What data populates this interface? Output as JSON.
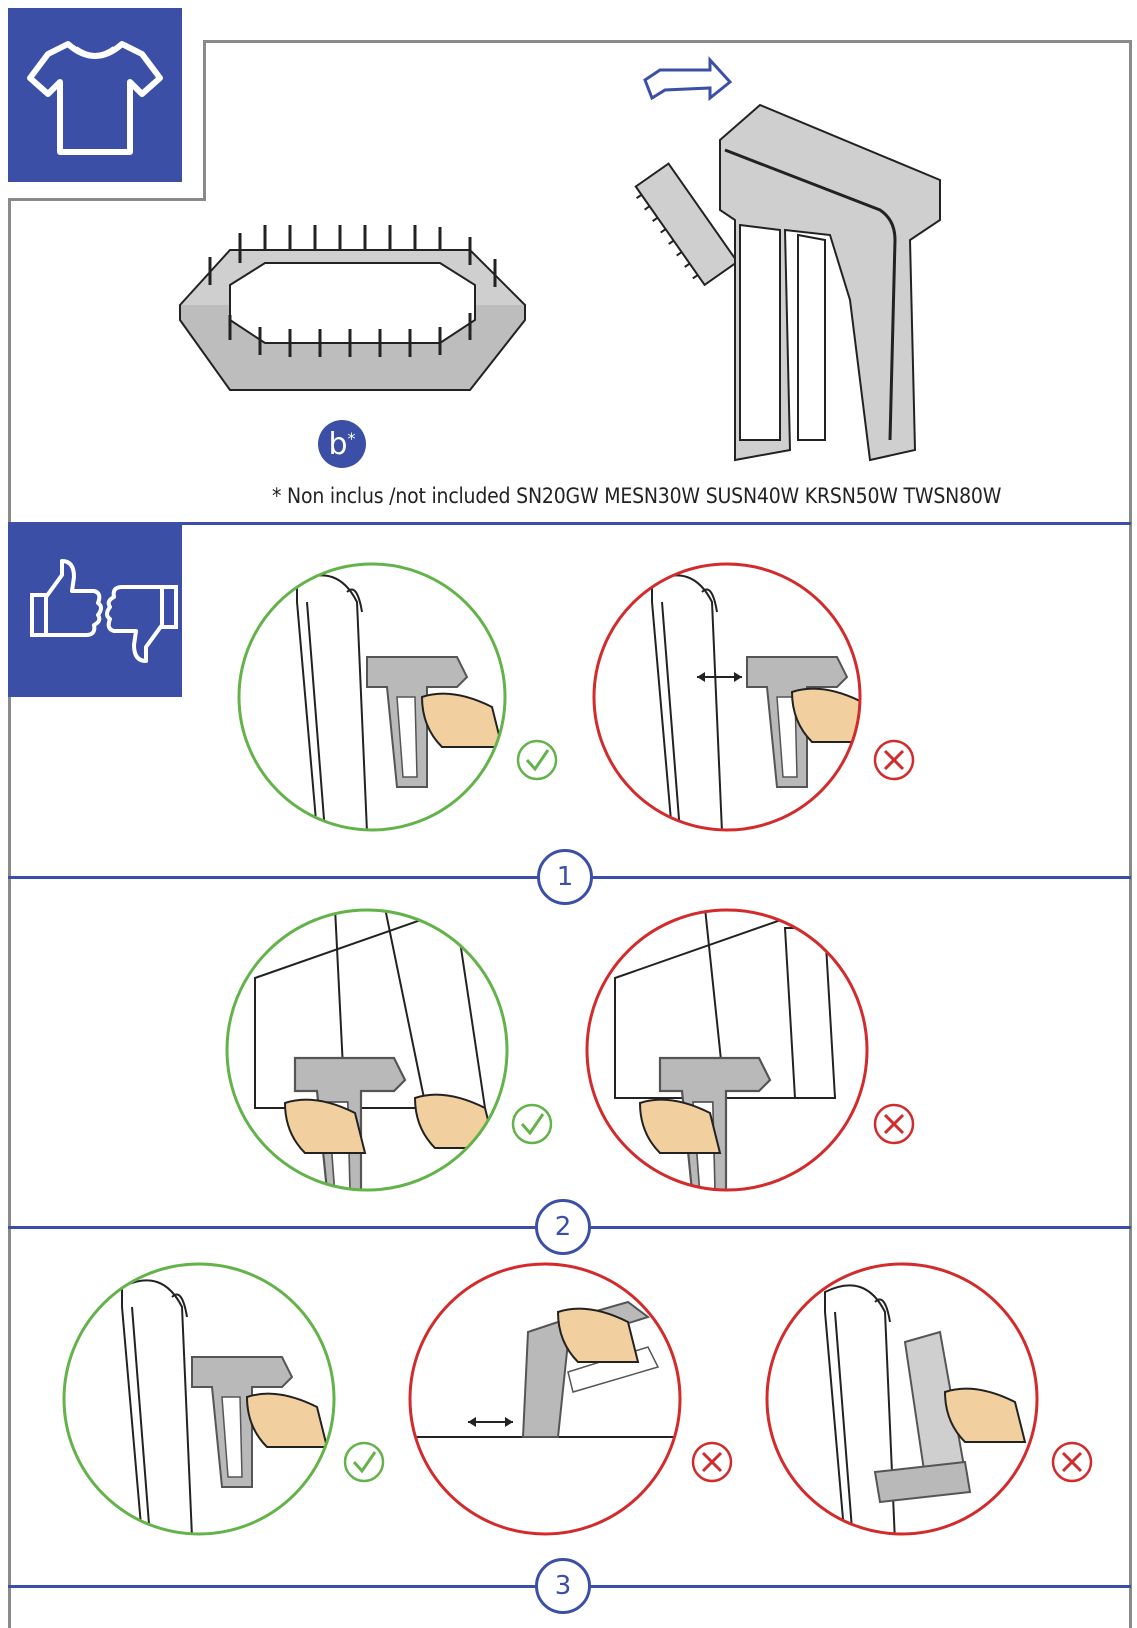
{
  "note": "* Non inclus /not included SN20GW MESN30W SUSN40W KRSN50W TWSN80W",
  "accessory_label": "b",
  "accessory_star": "*",
  "steps": [
    {
      "number": "1"
    },
    {
      "number": "2"
    },
    {
      "number": "3"
    }
  ],
  "colors": {
    "brand_blue": "#3b4fa6",
    "correct_green": "#63b34a",
    "wrong_red": "#d32b2b"
  },
  "icons": [
    "tshirt-icon",
    "thumbs-up-icon",
    "thumbs-down-icon",
    "check-icon",
    "cross-icon"
  ]
}
